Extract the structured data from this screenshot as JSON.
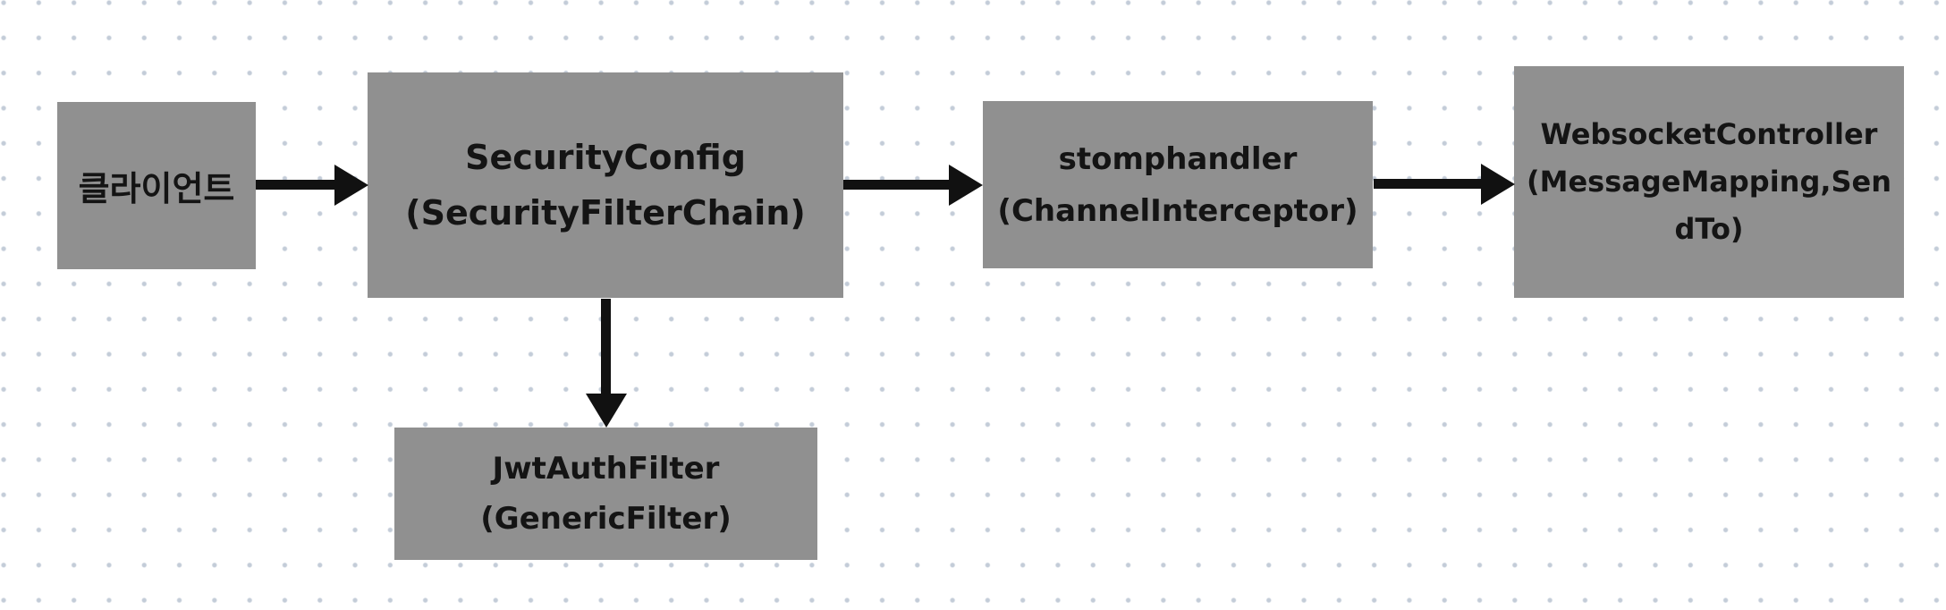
{
  "diagram": {
    "type": "flowchart",
    "colors": {
      "background": "#ffffff",
      "grid_dot": "#c3ccd8",
      "node_fill": "#909090",
      "text": "#141414",
      "arrow": "#111111"
    },
    "nodes": [
      {
        "id": "client",
        "label": "클라이언트",
        "lines": [
          "클라이언트"
        ]
      },
      {
        "id": "security-config",
        "label": "SecurityConfig (SecurityFilterChain)",
        "lines": [
          "SecurityConfig",
          "(SecurityFilterChain)"
        ]
      },
      {
        "id": "stomp-handler",
        "label": "stomphandler (ChannelInterceptor)",
        "lines": [
          "stomphandler",
          "(ChannelInterceptor)"
        ]
      },
      {
        "id": "websocket-controller",
        "label": "WebsocketController (MessageMapping,SendTo)",
        "lines": [
          "WebsocketController",
          "(MessageMapping,Sen",
          "dTo)"
        ]
      },
      {
        "id": "jwt-auth-filter",
        "label": "JwtAuthFilter (GenericFilter)",
        "lines": [
          "JwtAuthFilter",
          "(GenericFilter)"
        ]
      }
    ],
    "edges": [
      {
        "from": "client",
        "to": "security-config",
        "direction": "right"
      },
      {
        "from": "security-config",
        "to": "stomp-handler",
        "direction": "right"
      },
      {
        "from": "stomp-handler",
        "to": "websocket-controller",
        "direction": "right"
      },
      {
        "from": "security-config",
        "to": "jwt-auth-filter",
        "direction": "down"
      }
    ]
  }
}
